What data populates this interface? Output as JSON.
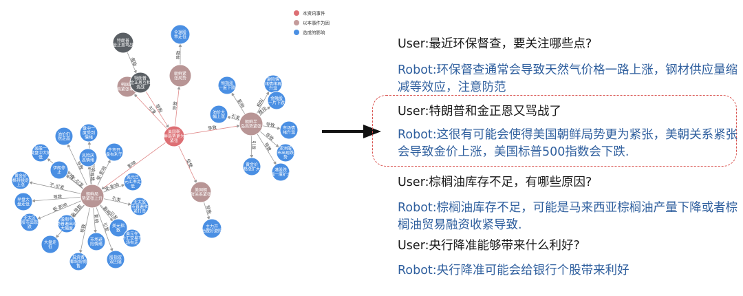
{
  "legend": [
    {
      "label": "本资讯事件",
      "color": "#dd6f74"
    },
    {
      "label": "以本事件为因",
      "color": "#c49b9b"
    },
    {
      "label": "造成的影响",
      "color": "#4a8fe3"
    }
  ],
  "colors": {
    "event": "#dd6f74",
    "cause": "#b89595",
    "effect": "#4a8fe3",
    "dark": "#5a5f64",
    "edge": "#999999",
    "edge_red": "#e08a8a",
    "arrow": "#111111"
  },
  "graph": {
    "nodes": [
      {
        "id": "center",
        "type": "event",
        "lines": [
          "美国朝",
          "鲜局势更为",
          "紧张"
        ]
      },
      {
        "id": "ca",
        "type": "cause",
        "lines": [
          "朝鲜紧",
          "张局势"
        ]
      },
      {
        "id": "cb",
        "type": "cause",
        "lines": [
          "美国朝",
          "鲜关系紧张"
        ]
      },
      {
        "id": "cc",
        "type": "cause",
        "lines": [
          "朝鲜半",
          "岛局势紧张",
          ""
        ]
      },
      {
        "id": "cd",
        "type": "cause",
        "lines": [
          "朝鲜局",
          "势紧张上升"
        ]
      },
      {
        "id": "ce",
        "type": "cause",
        "lines": [
          "韩国政",
          "局紧张事件"
        ]
      },
      {
        "id": "d1",
        "type": "dark",
        "lines": [
          "特朗普",
          "金正恩骂战"
        ]
      },
      {
        "id": "d2",
        "type": "dark",
        "lines": [
          "特朗普",
          "金正恩互相",
          "责战"
        ]
      },
      {
        "id": "e1",
        "type": "effect",
        "lines": [
          "全球股",
          "市走低"
        ]
      },
      {
        "id": "e2",
        "type": "effect",
        "lines": [
          "恒指涨",
          "一度下跌"
        ]
      },
      {
        "id": "e3",
        "type": "effect",
        "lines": [
          "避险情",
          "绪情绪再",
          "升温"
        ]
      },
      {
        "id": "e4",
        "type": "effect",
        "lines": [
          "金融股",
          "一片下跌"
        ]
      },
      {
        "id": "e5",
        "type": "effect",
        "lines": [
          "油价大",
          "幅上涨"
        ]
      },
      {
        "id": "e6",
        "type": "effect",
        "lines": [
          "市场情",
          "绪升温"
        ]
      },
      {
        "id": "e7",
        "type": "effect",
        "lines": [
          "亚洲股",
          "市出现跌",
          "势"
        ]
      },
      {
        "id": "e8",
        "type": "effect",
        "lines": [
          "黄金价",
          "格涨扩大"
        ]
      },
      {
        "id": "e9",
        "type": "effect",
        "lines": [
          "港股跌",
          "幅一度扩大"
        ]
      },
      {
        "id": "e10",
        "type": "effect",
        "lines": [
          "主力开",
          "始做好避险"
        ]
      },
      {
        "id": "e11",
        "type": "effect",
        "lines": [
          "盘中一",
          "度受到",
          "情绪"
        ]
      },
      {
        "id": "e12",
        "type": "effect",
        "lines": [
          "油价仍",
          "然走高"
        ]
      },
      {
        "id": "e13",
        "type": "effect",
        "lines": [
          "美股一",
          "度盘中大幅",
          "低"
        ]
      },
      {
        "id": "e14",
        "type": "effect",
        "lines": [
          "风险厌",
          "恶情绪"
        ]
      },
      {
        "id": "e15",
        "type": "effect",
        "lines": [
          "牛市开",
          "盘有利于"
        ]
      },
      {
        "id": "e16",
        "type": "effect",
        "lines": [
          "伊朗停",
          "止"
        ]
      },
      {
        "id": "e17",
        "type": "effect",
        "lines": [
          "黄金价",
          "格持续走",
          "上涨"
        ]
      },
      {
        "id": "e18",
        "type": "effect",
        "lines": [
          "美元日",
          "元汇率走",
          "低"
        ]
      },
      {
        "id": "e19",
        "type": "effect",
        "lines": [
          "早盘大",
          "盘走低"
        ]
      },
      {
        "id": "e20",
        "type": "effect",
        "lines": [
          "亚太区",
          "股市出现",
          "跌"
        ]
      },
      {
        "id": "e21",
        "type": "effect",
        "lines": [
          "股期市",
          "场普遍出现",
          "大幅度"
        ]
      },
      {
        "id": "e22",
        "type": "effect",
        "lines": [
          "亚太股",
          "市普遍收",
          "紧打击"
        ]
      },
      {
        "id": "e23",
        "type": "effect",
        "lines": [
          "美元指",
          "数"
        ]
      },
      {
        "id": "e24",
        "type": "effect",
        "lines": [
          "美元在",
          "外汇交易市",
          "场有走"
        ]
      },
      {
        "id": "e25",
        "type": "effect",
        "lines": [
          "大盘走",
          "低"
        ]
      },
      {
        "id": "e26",
        "type": "effect",
        "lines": [
          "市场避",
          "险情绪"
        ]
      },
      {
        "id": "e27",
        "type": "effect",
        "lines": [
          "投资者",
          "都纷纷抛",
          "售"
        ]
      },
      {
        "id": "e28",
        "type": "effect",
        "lines": [
          "股指双",
          "双回落"
        ]
      }
    ],
    "edge_labels": [
      "借助",
      "导致",
      "导致",
      "导致",
      "导致",
      "影响",
      "相似",
      "推动",
      "引发",
      "导致",
      "导致",
      "引发",
      "导致",
      "促使",
      "导致",
      "影响",
      "引发",
      "受-影响",
      "导致",
      "受-影响",
      "导致",
      "受-影响",
      "于-引发",
      "于-引发",
      "受-影响",
      "导致",
      "受-影响",
      "导致",
      "引发",
      "影响",
      "引发",
      "受-影响",
      "影响",
      "导致",
      "引发",
      "导致",
      "受-影响",
      "引发",
      "导致",
      "受-影响",
      "引发",
      "推动",
      "引发",
      "导致",
      "导致"
    ]
  },
  "chat": [
    {
      "role": "user",
      "text": "User:最近环保督查，要关注哪些点?"
    },
    {
      "role": "robot",
      "text": "Robot:环保督查通常会导致天然气价格一路上涨，钢材供应量缩减等效应，注意防范"
    },
    {
      "role": "user",
      "text": "User:特朗普和金正恩又骂战了"
    },
    {
      "role": "robot",
      "text": "Robot:这很有可能会使得美国朝鲜局势更为紧张，美朝关系紧张会导致金价上涨，美国标普500指数会下跌."
    },
    {
      "role": "user",
      "text": "User:棕榈油库存不足，有哪些原因?"
    },
    {
      "role": "robot",
      "text": "Robot:棕榈油库存不足，可能是马来西亚棕榈油产量下降或者棕榈油贸易融资收紧导致."
    },
    {
      "role": "user",
      "text": "User:央行降准能够带来什么利好?"
    },
    {
      "role": "robot",
      "text": "Robot:央行降准可能会给银行个股带来利好"
    }
  ]
}
